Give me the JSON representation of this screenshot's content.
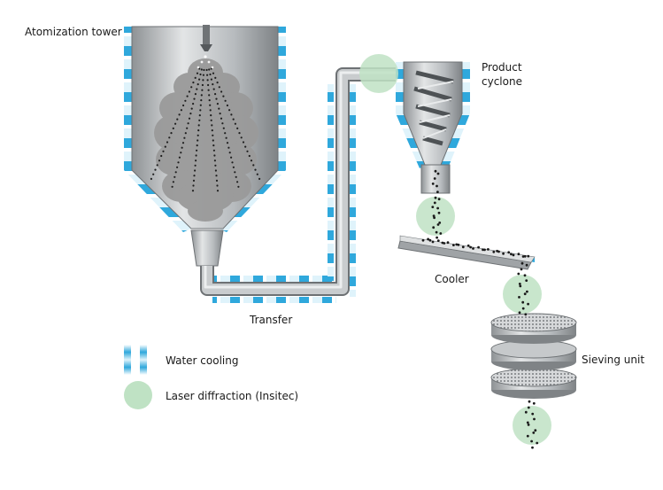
{
  "labels": {
    "atomization_tower": "Atomization tower",
    "product_cyclone_line1": "Product",
    "product_cyclone_line2": "cyclone",
    "cooler": "Cooler",
    "transfer": "Transfer",
    "sieving_unit": "Sieving unit"
  },
  "legend": {
    "water_cooling": "Water cooling",
    "laser_diffraction": "Laser diffraction (Insitec)"
  },
  "colors": {
    "water_cooling_blue": "#2fa8dc",
    "laser_green": "#bfe2c4",
    "steel": "#b8bcbf",
    "smoke": "#9a9a9a"
  }
}
